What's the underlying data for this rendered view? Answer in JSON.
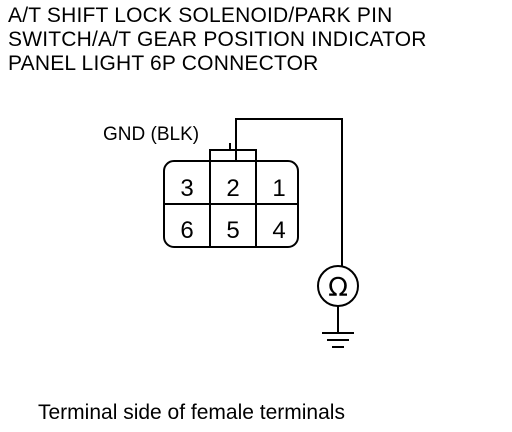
{
  "title": {
    "lines": [
      "A/T SHIFT LOCK SOLENOID/PARK PIN",
      "SWITCH/A/T GEAR POSITION INDICATOR",
      "PANEL LIGHT 6P CONNECTOR"
    ]
  },
  "connector": {
    "gnd_label": "GND (BLK)",
    "terminals_top": [
      "3",
      "2",
      "1"
    ],
    "terminals_bottom": [
      "6",
      "5",
      "4"
    ]
  },
  "meter": {
    "symbol": "Ω",
    "icon": "ohmmeter-icon"
  },
  "ground": {
    "icon": "ground-symbol-icon"
  },
  "caption": "Terminal side of female terminals"
}
